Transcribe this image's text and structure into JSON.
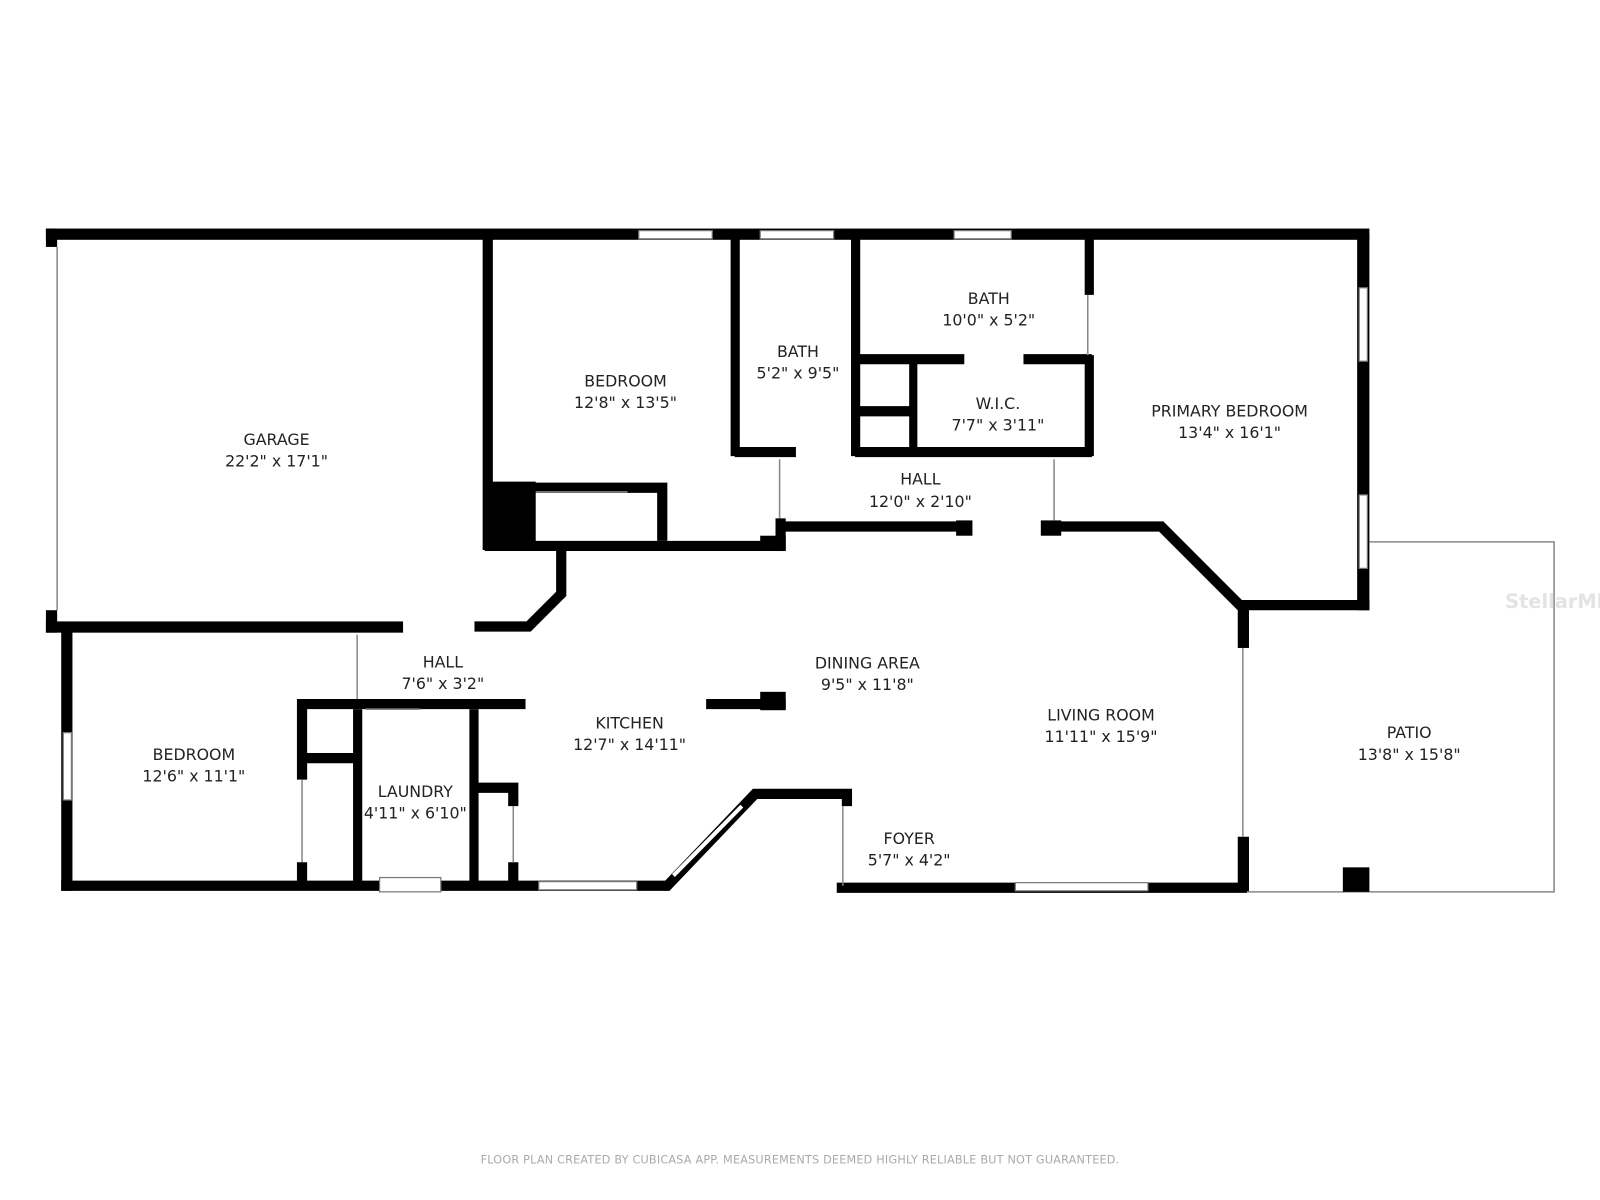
{
  "rooms": [
    {
      "name": "GARAGE",
      "size": "22'2\" x 17'1\""
    },
    {
      "name": "BEDROOM",
      "size": "12'8\" x 13'5\""
    },
    {
      "name": "BATH",
      "size": "5'2\" x 9'5\""
    },
    {
      "name": "BATH",
      "size": "10'0\" x 5'2\""
    },
    {
      "name": "W.I.C.",
      "size": "7'7\" x 3'11\""
    },
    {
      "name": "PRIMARY BEDROOM",
      "size": "13'4\" x 16'1\""
    },
    {
      "name": "HALL",
      "size": "12'0\" x 2'10\""
    },
    {
      "name": "HALL",
      "size": "7'6\" x 3'2\""
    },
    {
      "name": "DINING AREA",
      "size": "9'5\" x 11'8\""
    },
    {
      "name": "KITCHEN",
      "size": "12'7\" x 14'11\""
    },
    {
      "name": "LIVING ROOM",
      "size": "11'11\" x 15'9\""
    },
    {
      "name": "BEDROOM",
      "size": "12'6\" x 11'1\""
    },
    {
      "name": "LAUNDRY",
      "size": "4'11\" x 6'10\""
    },
    {
      "name": "FOYER",
      "size": "5'7\" x 4'2\""
    },
    {
      "name": "PATIO",
      "size": "13'8\" x 15'8\""
    }
  ],
  "watermark": "StellarMLS",
  "footer": "FLOOR PLAN CREATED BY CUBICASA APP. MEASUREMENTS DEEMED HIGHLY RELIABLE BUT NOT GUARANTEED."
}
